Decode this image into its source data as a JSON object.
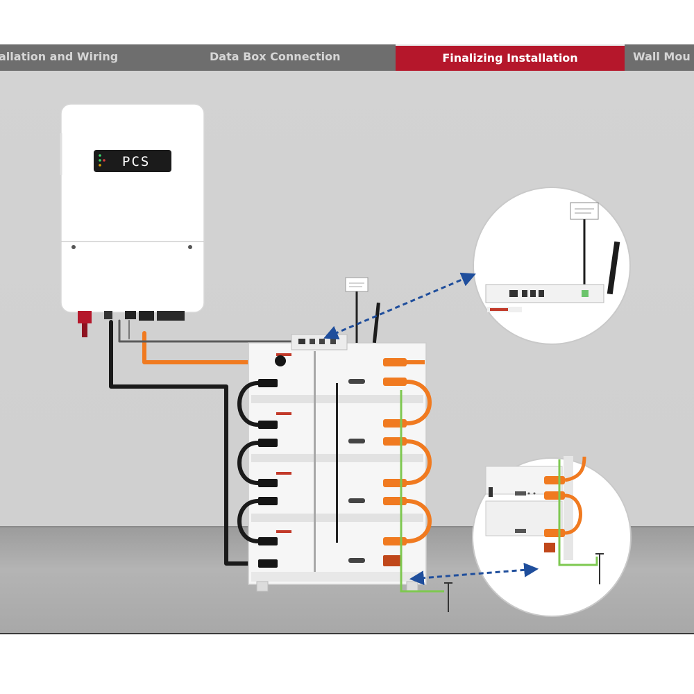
{
  "tabs": [
    {
      "label": "allation and Wiring",
      "active": false
    },
    {
      "label": "Data Box Connection",
      "active": false
    },
    {
      "label": "Finalizing Installation",
      "active": true
    },
    {
      "label": "Wall Mou",
      "active": false
    }
  ],
  "inverter": {
    "display_text": "PCS"
  },
  "colors": {
    "active_tab": "#b5172b",
    "dc_cable": "#f07a20",
    "ground_wire": "#7ec850",
    "callout_arrow": "#1f4e9c"
  },
  "icons": [
    "antenna-icon",
    "data-box-icon",
    "terminal-connector-icon",
    "ground-rod-icon"
  ]
}
